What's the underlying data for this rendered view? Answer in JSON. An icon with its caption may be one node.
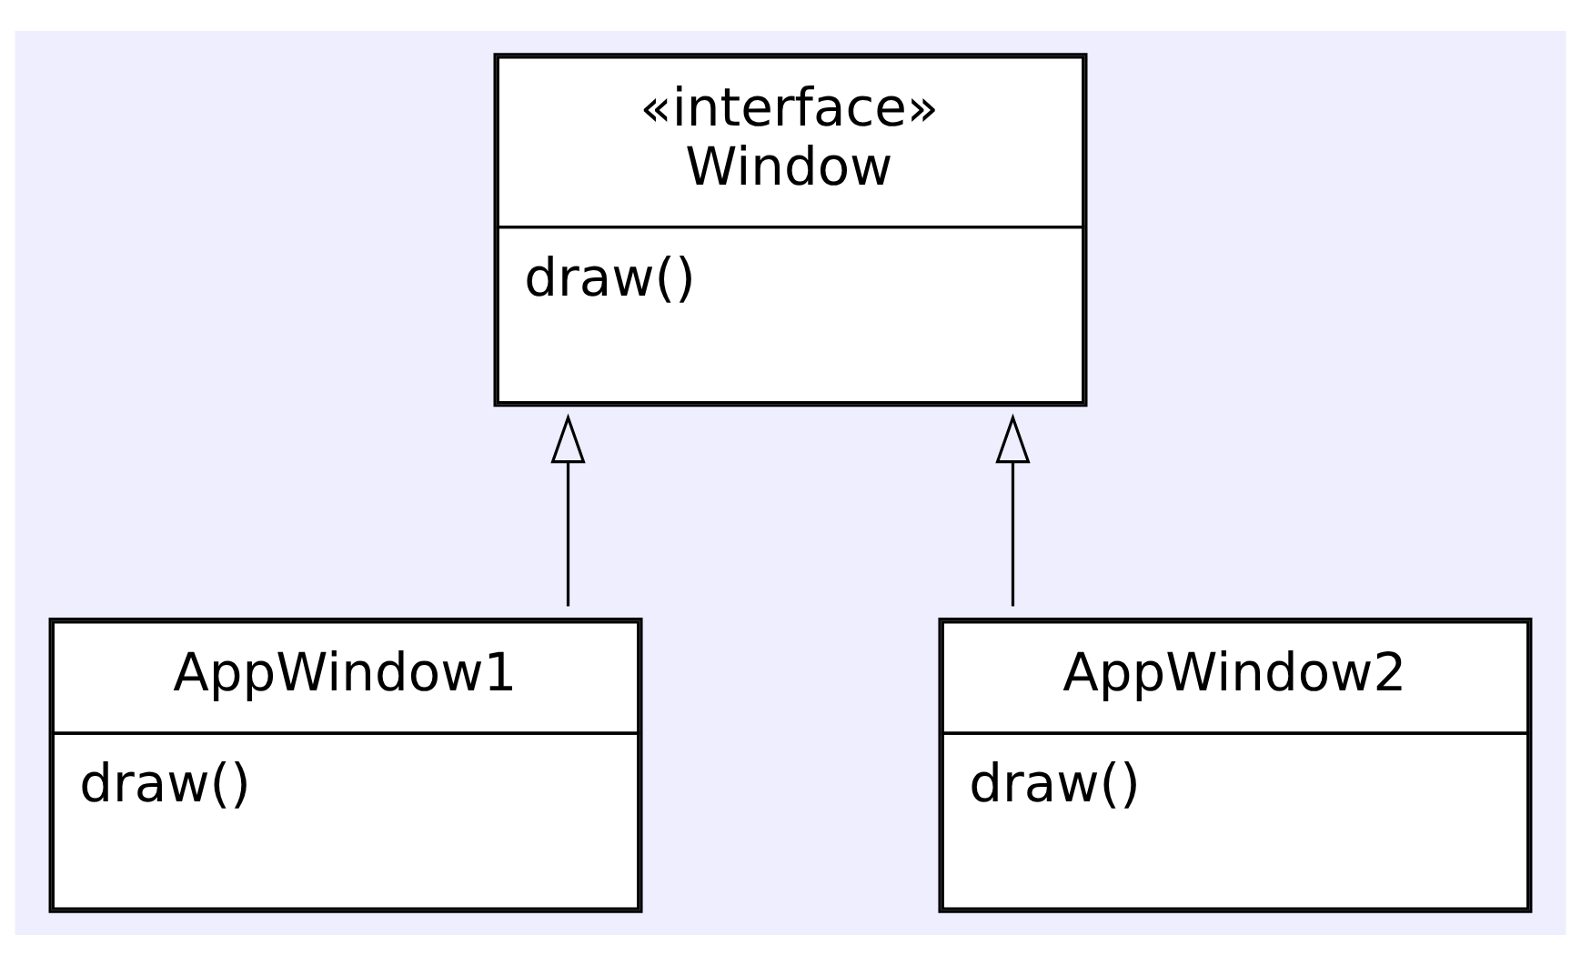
{
  "diagram": {
    "nodes": [
      {
        "text": [
          "«interface»",
          "Window",
          "draw()"
        ]
      },
      {
        "text": [
          "AppWindow1",
          "draw()"
        ]
      },
      {
        "text": [
          "AppWindow2",
          "draw()"
        ]
      }
    ],
    "edges": [
      {
        "from": 1,
        "to": 0,
        "arrow": "to"
      },
      {
        "from": 2,
        "to": 0,
        "arrow": "to"
      }
    ]
  }
}
